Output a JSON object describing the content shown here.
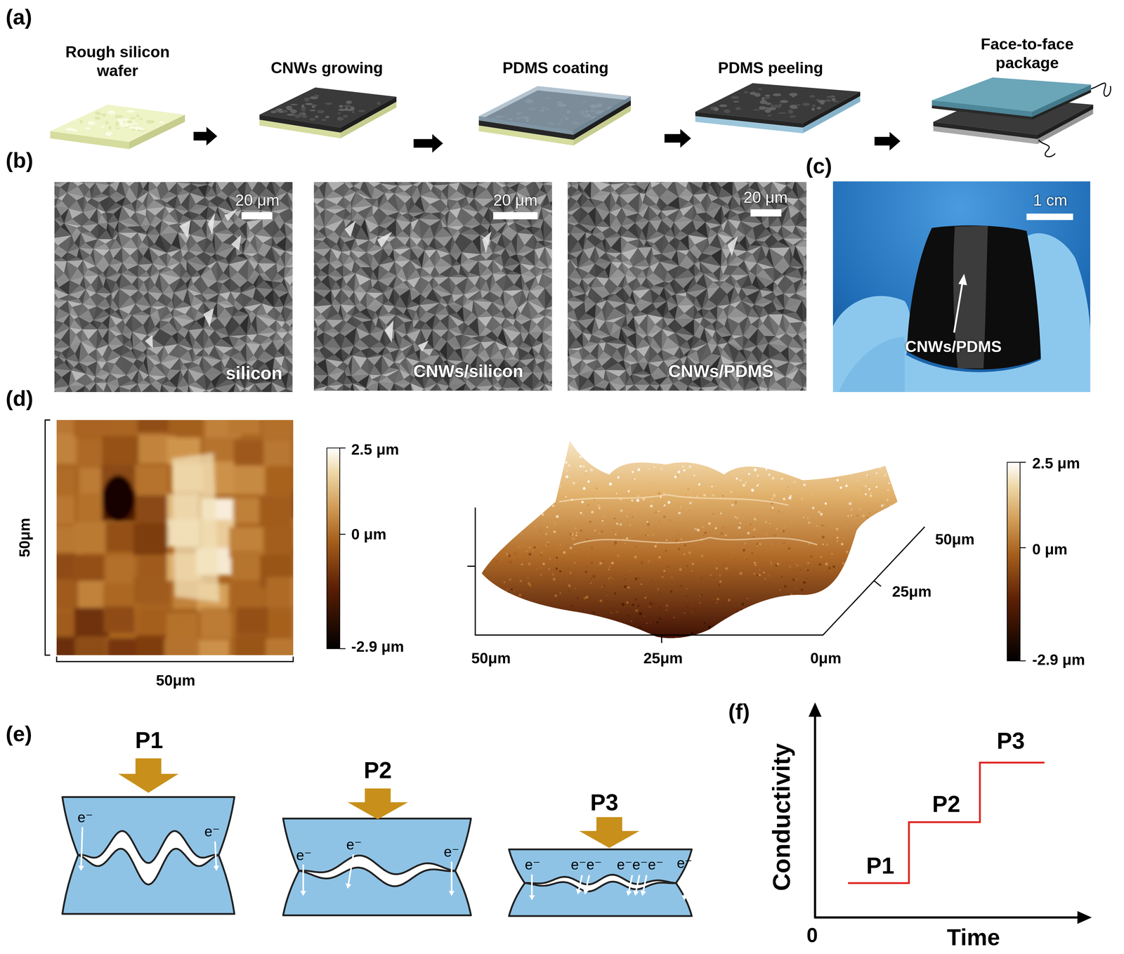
{
  "diagram": {
    "nodes": [
      {
        "text": [
          "Rough silicon wafer"
        ]
      },
      {
        "text": [
          "CNWs growing"
        ]
      },
      {
        "text": [
          "PDMS coating"
        ]
      },
      {
        "text": [
          "PDMS peeling"
        ]
      },
      {
        "text": [
          "Face-to-face package"
        ]
      },
      {
        "text": [
          "20 μm",
          "silicon"
        ]
      },
      {
        "text": [
          "20 μm",
          "CNWs/silicon"
        ]
      },
      {
        "text": [
          "20 μm",
          "CNWs/PDMS"
        ]
      },
      {
        "text": [
          "1 cm",
          "CNWs/PDMS"
        ]
      }
    ],
    "edges": [
      {
        "from": 0,
        "to": 1,
        "arrow": "to"
      },
      {
        "from": 1,
        "to": 2,
        "arrow": "to"
      },
      {
        "from": 2,
        "to": 3,
        "arrow": "to"
      },
      {
        "from": 3,
        "to": 4,
        "arrow": "to"
      }
    ],
    "labels": [
      "(a)",
      "(b)",
      "(c)",
      "(d)",
      "50μm",
      "50μm",
      "2.5 μm",
      "0 μm",
      "-2.9 μm",
      "50μm",
      "25μm",
      "0μm",
      "25μm",
      "50μm",
      "2.5 μm",
      "0 μm",
      "-2.9 μm",
      "(e)",
      "P1",
      "P2",
      "P3",
      "e⁻",
      "e⁻",
      "e⁻",
      "e⁻",
      "e⁻",
      "e⁻",
      "e⁻e⁻",
      "e⁻e⁻e⁻",
      "e⁻",
      "(f)",
      "Conductivity",
      "P1",
      "P2",
      "P3",
      "0",
      "Time"
    ]
  }
}
